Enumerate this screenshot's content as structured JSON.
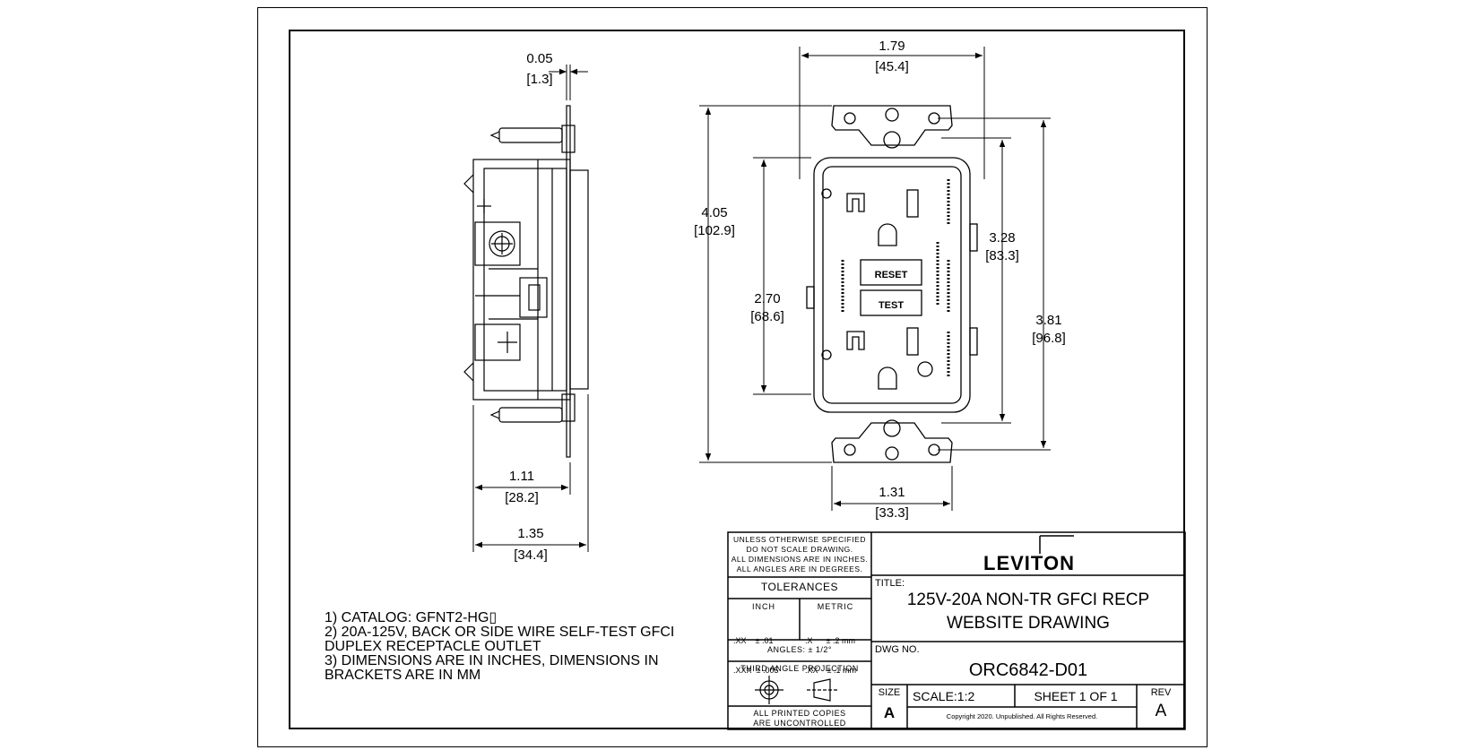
{
  "dimensions": {
    "side_top_in": "0.05",
    "side_top_mm": "[1.3]",
    "depth_body_in": "1.11",
    "depth_body_mm": "[28.2]",
    "depth_total_in": "1.35",
    "depth_total_mm": "[34.4]",
    "width_strap_in": "1.79",
    "width_strap_mm": "[45.4]",
    "height_total_in": "4.05",
    "height_total_mm": "[102.9]",
    "height_face_in": "2.70",
    "height_face_mm": "[68.6]",
    "height_body_in": "3.28",
    "height_body_mm": "[83.3]",
    "height_mount_in": "3.81",
    "height_mount_mm": "[96.8]",
    "width_yoke_in": "1.31",
    "width_yoke_mm": "[33.3]"
  },
  "device_labels": {
    "reset": "RESET",
    "test": "TEST"
  },
  "notes": [
    "1) CATALOG: GFNT2-HG▯",
    "2) 20A-125V, BACK OR SIDE WIRE SELF-TEST GFCI",
    "DUPLEX RECEPTACLE OUTLET",
    "3) DIMENSIONS ARE IN INCHES, DIMENSIONS IN",
    "BRACKETS ARE IN MM"
  ],
  "title_block": {
    "disclaimer": [
      "UNLESS OTHERWISE SPECIFIED",
      "DO NOT SCALE DRAWING.",
      "ALL DIMENSIONS ARE IN INCHES.",
      "ALL ANGLES ARE IN DEGREES."
    ],
    "tolerances_label": "TOLERANCES",
    "inch_label": "INCH",
    "metric_label": "METRIC",
    "inch_tol": [
      ".XX    ± .01",
      ".XXX  ± .005"
    ],
    "metric_tol": [
      ".X      ± .2 mm",
      ".XX    ± .1 mm"
    ],
    "angles": "ANGLES: ± 1/2°",
    "projection": "THIRD ANGLE PROJECTION",
    "copies": [
      "ALL PRINTED COPIES",
      "ARE UNCONTROLLED"
    ],
    "brand": "LEVITON",
    "title_label": "TITLE:",
    "title_line1": "125V-20A NON-TR GFCI RECP",
    "title_line2": "WEBSITE DRAWING",
    "dwg_label": "DWG NO.",
    "dwg_no": "ORC6842-D01",
    "size_label": "SIZE",
    "size": "A",
    "scale": "SCALE:1:2",
    "sheet": "SHEET 1 OF 1",
    "rev_label": "REV",
    "rev": "A",
    "copyright": "Copyright 2020.  Unpublished.  All Rights Reserved."
  }
}
